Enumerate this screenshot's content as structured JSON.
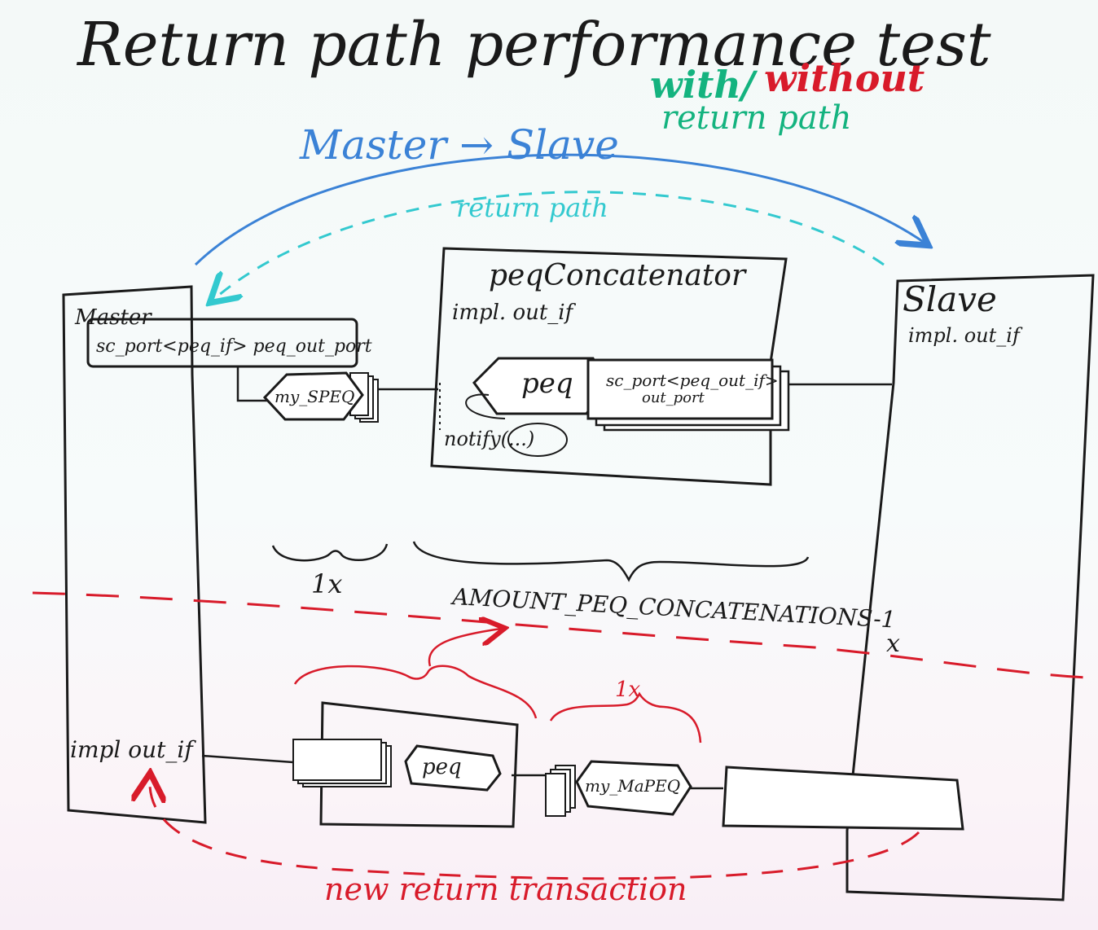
{
  "title": "Return path performance test",
  "subtitle": {
    "flow": "Master → Slave",
    "with": "with/",
    "without": "without",
    "return_path": "return path"
  },
  "top_arc_label": "return path",
  "master": {
    "label": "Master",
    "port": "sc_port<peq_if> peq_out_port",
    "impl": "impl out_if"
  },
  "my_speq": "my_SPEQ",
  "concatenator": {
    "title": "peqConcatenator",
    "impl": "impl. out_if",
    "peq": "peq",
    "port_line1": "sc_port<peq_out_if>",
    "port_line2": "out_port",
    "notify": "notify(...)"
  },
  "slave": {
    "label": "Slave",
    "impl": "impl. out_if"
  },
  "brace_1x_top": "1x",
  "amount_label": "AMOUNT_PEQ_CONCATENATIONS-1",
  "amount_suffix": "x",
  "bottom": {
    "peq": "peq",
    "my_mapeq": "my_MaPEQ",
    "brace_1x": "1x",
    "new_return": "new return transaction"
  },
  "colors": {
    "ink_black": "#1a1a1a",
    "ink_blue": "#3b82d6",
    "ink_cyan": "#33c9cf",
    "ink_green": "#14b37f",
    "ink_red": "#d81b2a"
  }
}
